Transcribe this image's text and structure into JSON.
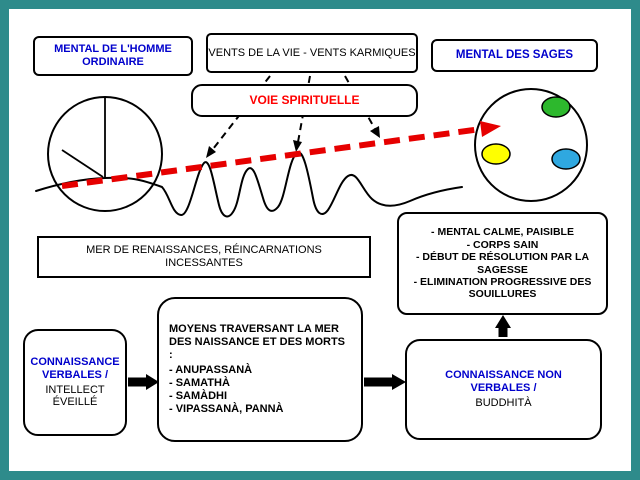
{
  "slide": {
    "boxes": {
      "ordinary_mind": {
        "label": "MENTAL DE L'HOMME ORDINAIRE"
      },
      "karmic_winds": {
        "label": "VENTS DE LA VIE - VENTS KARMIQUES"
      },
      "sage_mind": {
        "label": "MENTAL DES SAGES"
      },
      "spiritual_path": {
        "label": "VOIE SPIRITUELLE"
      },
      "sea": {
        "label": "MER DE RENAISSANCES, RÉINCARNATIONS INCESSANTES"
      },
      "results": {
        "lines": [
          "- MENTAL CALME, PAISIBLE",
          "- CORPS SAIN",
          "- DÉBUT DE RÉSOLUTION PAR LA SAGESSE",
          "- ELIMINATION PROGRESSIVE DES SOUILLURES"
        ]
      },
      "verbal_knowledge": {
        "title": "CONNAISSANCE VERBALES /",
        "subtitle": "INTELLECT ÉVEILLÉ"
      },
      "means": {
        "title": "MOYENS TRAVERSANT LA MER DES NAISSANCE ET DES MORTS :",
        "items": [
          "- ANUPASSANÀ",
          "- SAMATHÀ",
          "- SAMÀDHI",
          "- VIPASSANÀ, PANNÀ"
        ]
      },
      "nonverbal_knowledge": {
        "title": "CONNAISSANCE NON VERBALES /",
        "subtitle": "BUDDHITÀ"
      }
    },
    "colors": {
      "frame": "#2e8b8b",
      "blue_text": "#0000cc",
      "red_text": "#ff0000",
      "red_arrow": "#e60000",
      "dot_green": "#2db82d",
      "dot_yellow": "#ffff00",
      "dot_blue": "#2fa8e0"
    }
  }
}
